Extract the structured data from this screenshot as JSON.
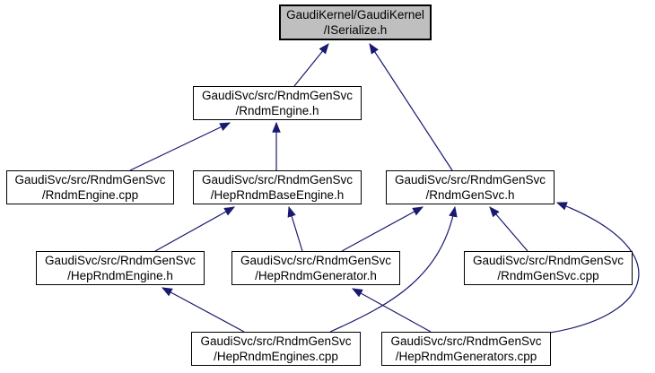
{
  "diagram": {
    "type": "include-dependency-graph",
    "edge_color": "#191970",
    "node_border_color": "#000000",
    "node_fill": "#ffffff",
    "highlight_fill": "#bfbfbf",
    "nodes": [
      {
        "id": "iserialize-h",
        "line1": "GaudiKernel/GaudiKernel",
        "line2": "/ISerialize.h",
        "highlighted": true
      },
      {
        "id": "rndmengine-h",
        "line1": "GaudiSvc/src/RndmGenSvc",
        "line2": "/RndmEngine.h",
        "highlighted": false
      },
      {
        "id": "rndmengine-cpp",
        "line1": "GaudiSvc/src/RndmGenSvc",
        "line2": "/RndmEngine.cpp",
        "highlighted": false
      },
      {
        "id": "heprndmbaseengine-h",
        "line1": "GaudiSvc/src/RndmGenSvc",
        "line2": "/HepRndmBaseEngine.h",
        "highlighted": false
      },
      {
        "id": "rndmgensvc-h",
        "line1": "GaudiSvc/src/RndmGenSvc",
        "line2": "/RndmGenSvc.h",
        "highlighted": false
      },
      {
        "id": "heprndmengine-h",
        "line1": "GaudiSvc/src/RndmGenSvc",
        "line2": "/HepRndmEngine.h",
        "highlighted": false
      },
      {
        "id": "heprndmgenerator-h",
        "line1": "GaudiSvc/src/RndmGenSvc",
        "line2": "/HepRndmGenerator.h",
        "highlighted": false
      },
      {
        "id": "rndmgensvc-cpp",
        "line1": "GaudiSvc/src/RndmGenSvc",
        "line2": "/RndmGenSvc.cpp",
        "highlighted": false
      },
      {
        "id": "heprndmengines-cpp",
        "line1": "GaudiSvc/src/RndmGenSvc",
        "line2": "/HepRndmEngines.cpp",
        "highlighted": false
      },
      {
        "id": "heprndmgenerators-cpp",
        "line1": "GaudiSvc/src/RndmGenSvc",
        "line2": "/HepRndmGenerators.cpp",
        "highlighted": false
      }
    ],
    "edges": [
      {
        "from": "rndmengine-h",
        "to": "iserialize-h"
      },
      {
        "from": "rndmgensvc-h",
        "to": "iserialize-h"
      },
      {
        "from": "rndmengine-cpp",
        "to": "rndmengine-h"
      },
      {
        "from": "heprndmbaseengine-h",
        "to": "rndmengine-h"
      },
      {
        "from": "heprndmengine-h",
        "to": "heprndmbaseengine-h"
      },
      {
        "from": "heprndmgenerator-h",
        "to": "heprndmbaseengine-h"
      },
      {
        "from": "heprndmgenerator-h",
        "to": "rndmgensvc-h"
      },
      {
        "from": "rndmgensvc-cpp",
        "to": "rndmgensvc-h"
      },
      {
        "from": "heprndmengines-cpp",
        "to": "rndmgensvc-h"
      },
      {
        "from": "heprndmengines-cpp",
        "to": "heprndmengine-h"
      },
      {
        "from": "heprndmgenerators-cpp",
        "to": "heprndmgenerator-h"
      },
      {
        "from": "heprndmgenerators-cpp",
        "to": "rndmgensvc-h"
      }
    ]
  }
}
